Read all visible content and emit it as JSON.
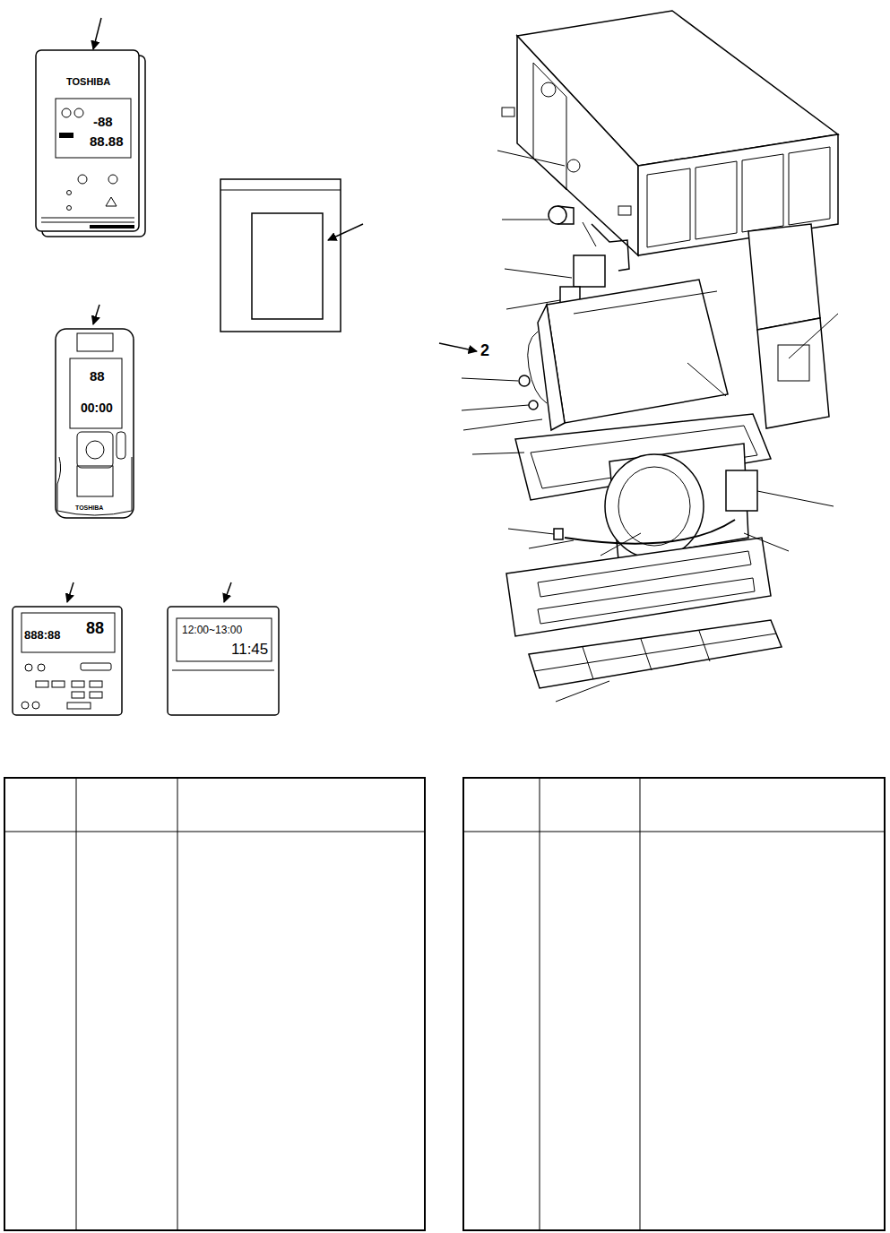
{
  "diagram": {
    "labels": [
      "TOSHIBA",
      "-88",
      "88.88",
      "88",
      "00:00",
      "TOSHIBA",
      "888:88",
      "88",
      "12:00~13:00",
      "11:45",
      "2"
    ]
  }
}
